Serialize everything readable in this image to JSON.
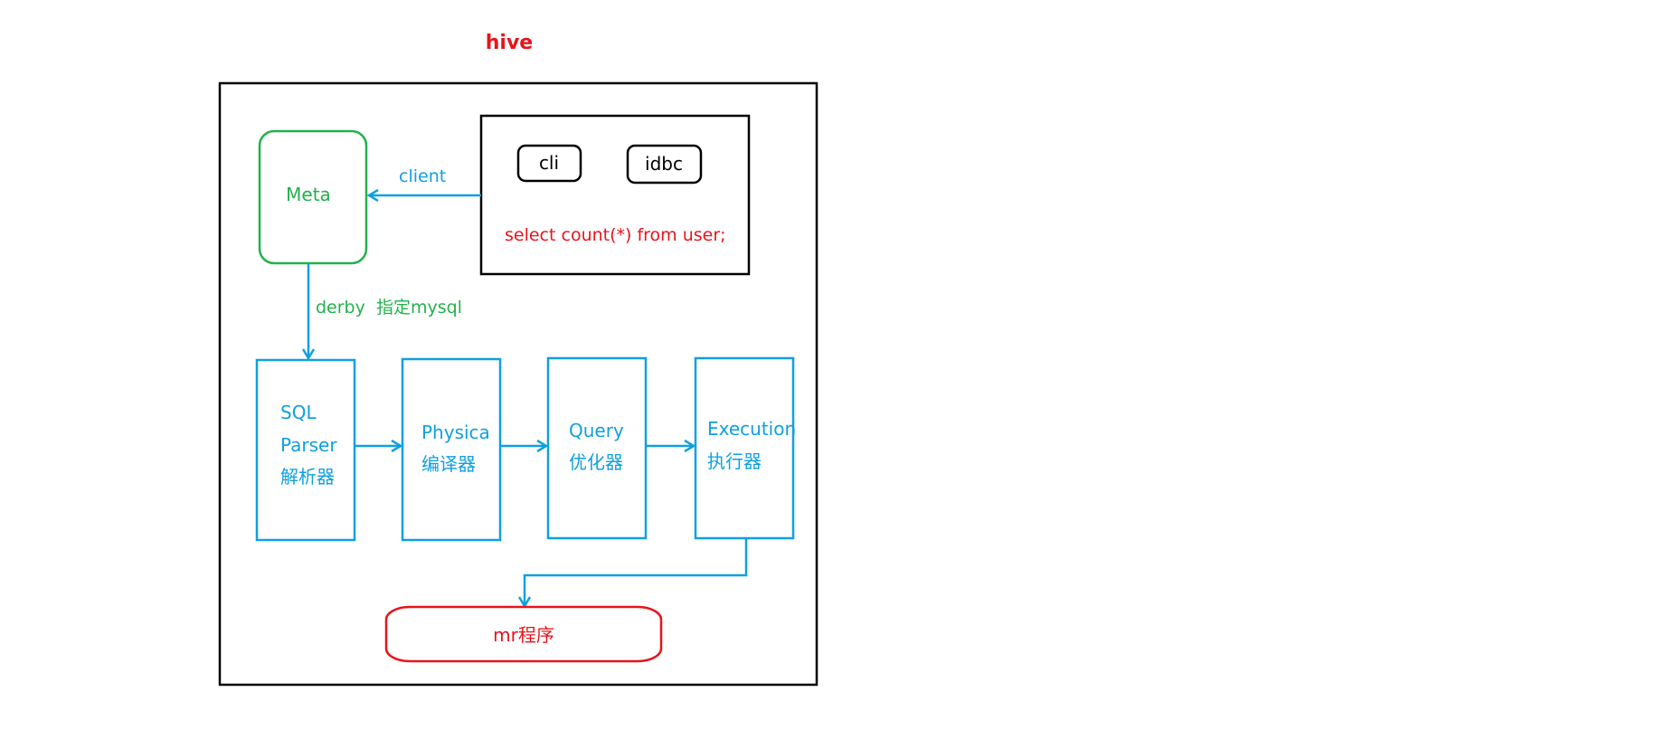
{
  "title": "hive",
  "client_box": {
    "buttons": [
      "cli",
      "idbc"
    ],
    "query": "select count(*) from user;"
  },
  "meta": {
    "label": "Meta"
  },
  "edges": {
    "client_label": "client",
    "meta_db_label": "derby  指定mysql"
  },
  "stages": [
    {
      "lines": [
        "SQL",
        "Parser",
        "解析器"
      ]
    },
    {
      "lines": [
        "Physica",
        "编译器"
      ]
    },
    {
      "lines": [
        "Query",
        "优化器"
      ]
    },
    {
      "lines": [
        "Execution",
        "执行器"
      ]
    }
  ],
  "output": {
    "label": "mr程序"
  },
  "colors": {
    "title": "#e8141c",
    "frame": "#000000",
    "meta": "#22b14c",
    "stage": "#0fa0e0",
    "query": "#e8141c",
    "output": "#e8141c"
  }
}
